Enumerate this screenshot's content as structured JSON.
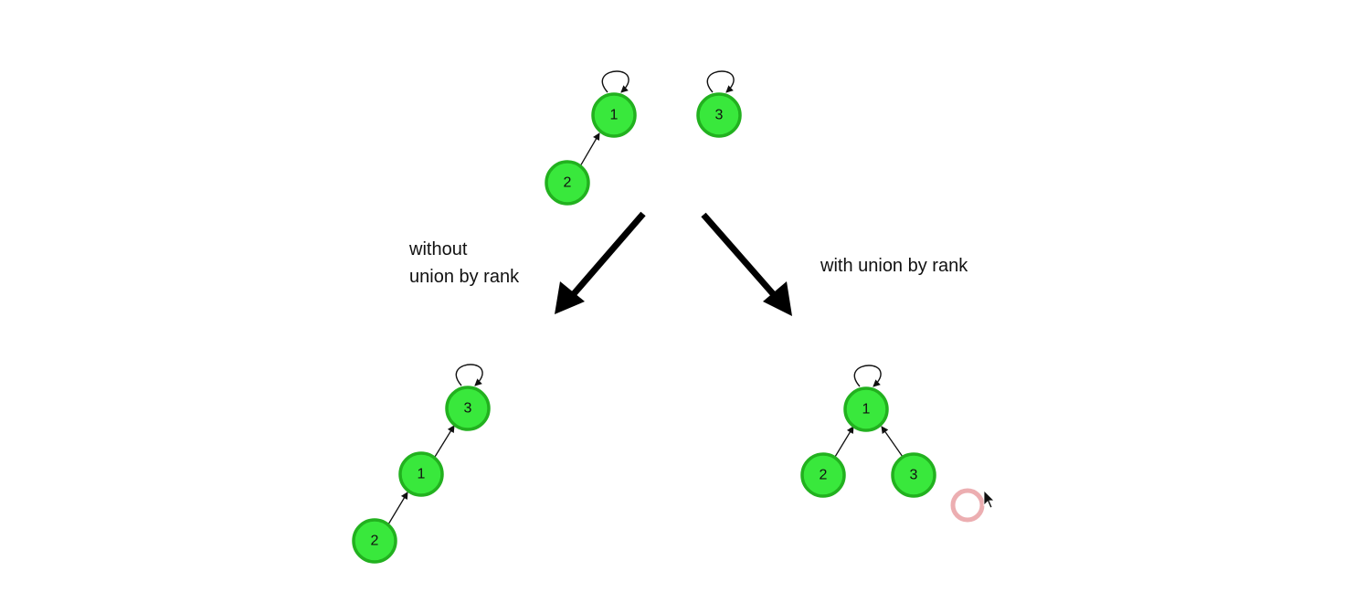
{
  "labels": {
    "left_caption_line1": "without",
    "left_caption_line2": "union by rank",
    "right_caption": "with union by rank"
  },
  "diagrams": {
    "initial": {
      "nodes": [
        "1",
        "2",
        "3"
      ],
      "edges": [
        [
          "2",
          "1"
        ]
      ],
      "roots": [
        "1",
        "3"
      ]
    },
    "without_rank": {
      "nodes": [
        "3",
        "1",
        "2"
      ],
      "edges": [
        [
          "1",
          "3"
        ],
        [
          "2",
          "1"
        ]
      ],
      "roots": [
        "3"
      ]
    },
    "with_rank": {
      "nodes": [
        "1",
        "2",
        "3"
      ],
      "edges": [
        [
          "2",
          "1"
        ],
        [
          "3",
          "1"
        ]
      ],
      "roots": [
        "1"
      ]
    }
  },
  "colors": {
    "node_fill": "#39e83c",
    "node_stroke": "#22b11f",
    "arrow": "#000000",
    "cursor_ring": "#e79a9d"
  },
  "icons": {
    "cursor": "mouse-pointer-icon",
    "click_indicator": "click-ring-icon"
  }
}
